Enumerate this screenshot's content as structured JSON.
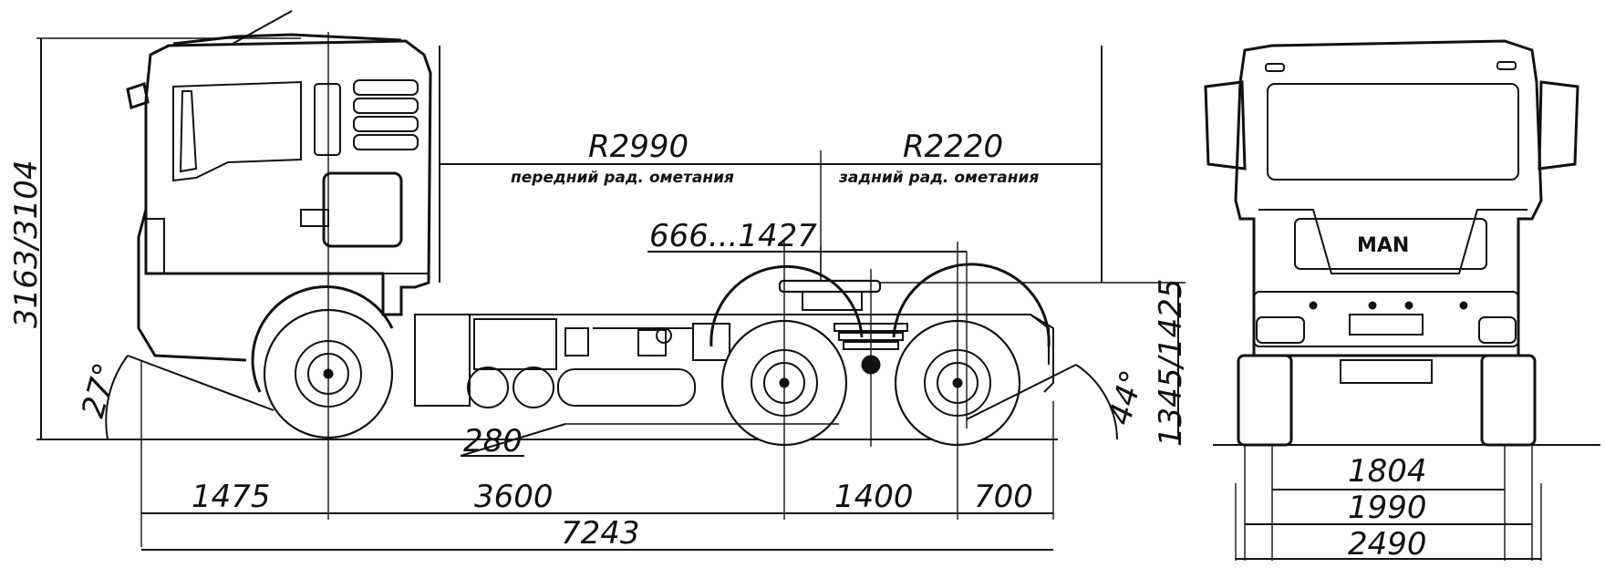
{
  "side_view": {
    "overall_height": "3163/3104",
    "fifth_wheel_height": "1345/1425",
    "approach_angle": "27°",
    "departure_angle": "44°",
    "ground_clearance": "280",
    "front_overhang": "1475",
    "wheelbase_front": "3600",
    "tandem_spacing": "1400",
    "rear_overhang": "700",
    "overall_length": "7243",
    "fifth_wheel_offset": "666...1427",
    "front_sweep_radius": "R2990",
    "front_sweep_label": "передний рад. ометания",
    "rear_sweep_radius": "R2220",
    "rear_sweep_label": "задний рад. ометания"
  },
  "front_view": {
    "track_rear": "1804",
    "track_front": "1990",
    "overall_width": "2490",
    "grille_logo": "MAN"
  }
}
